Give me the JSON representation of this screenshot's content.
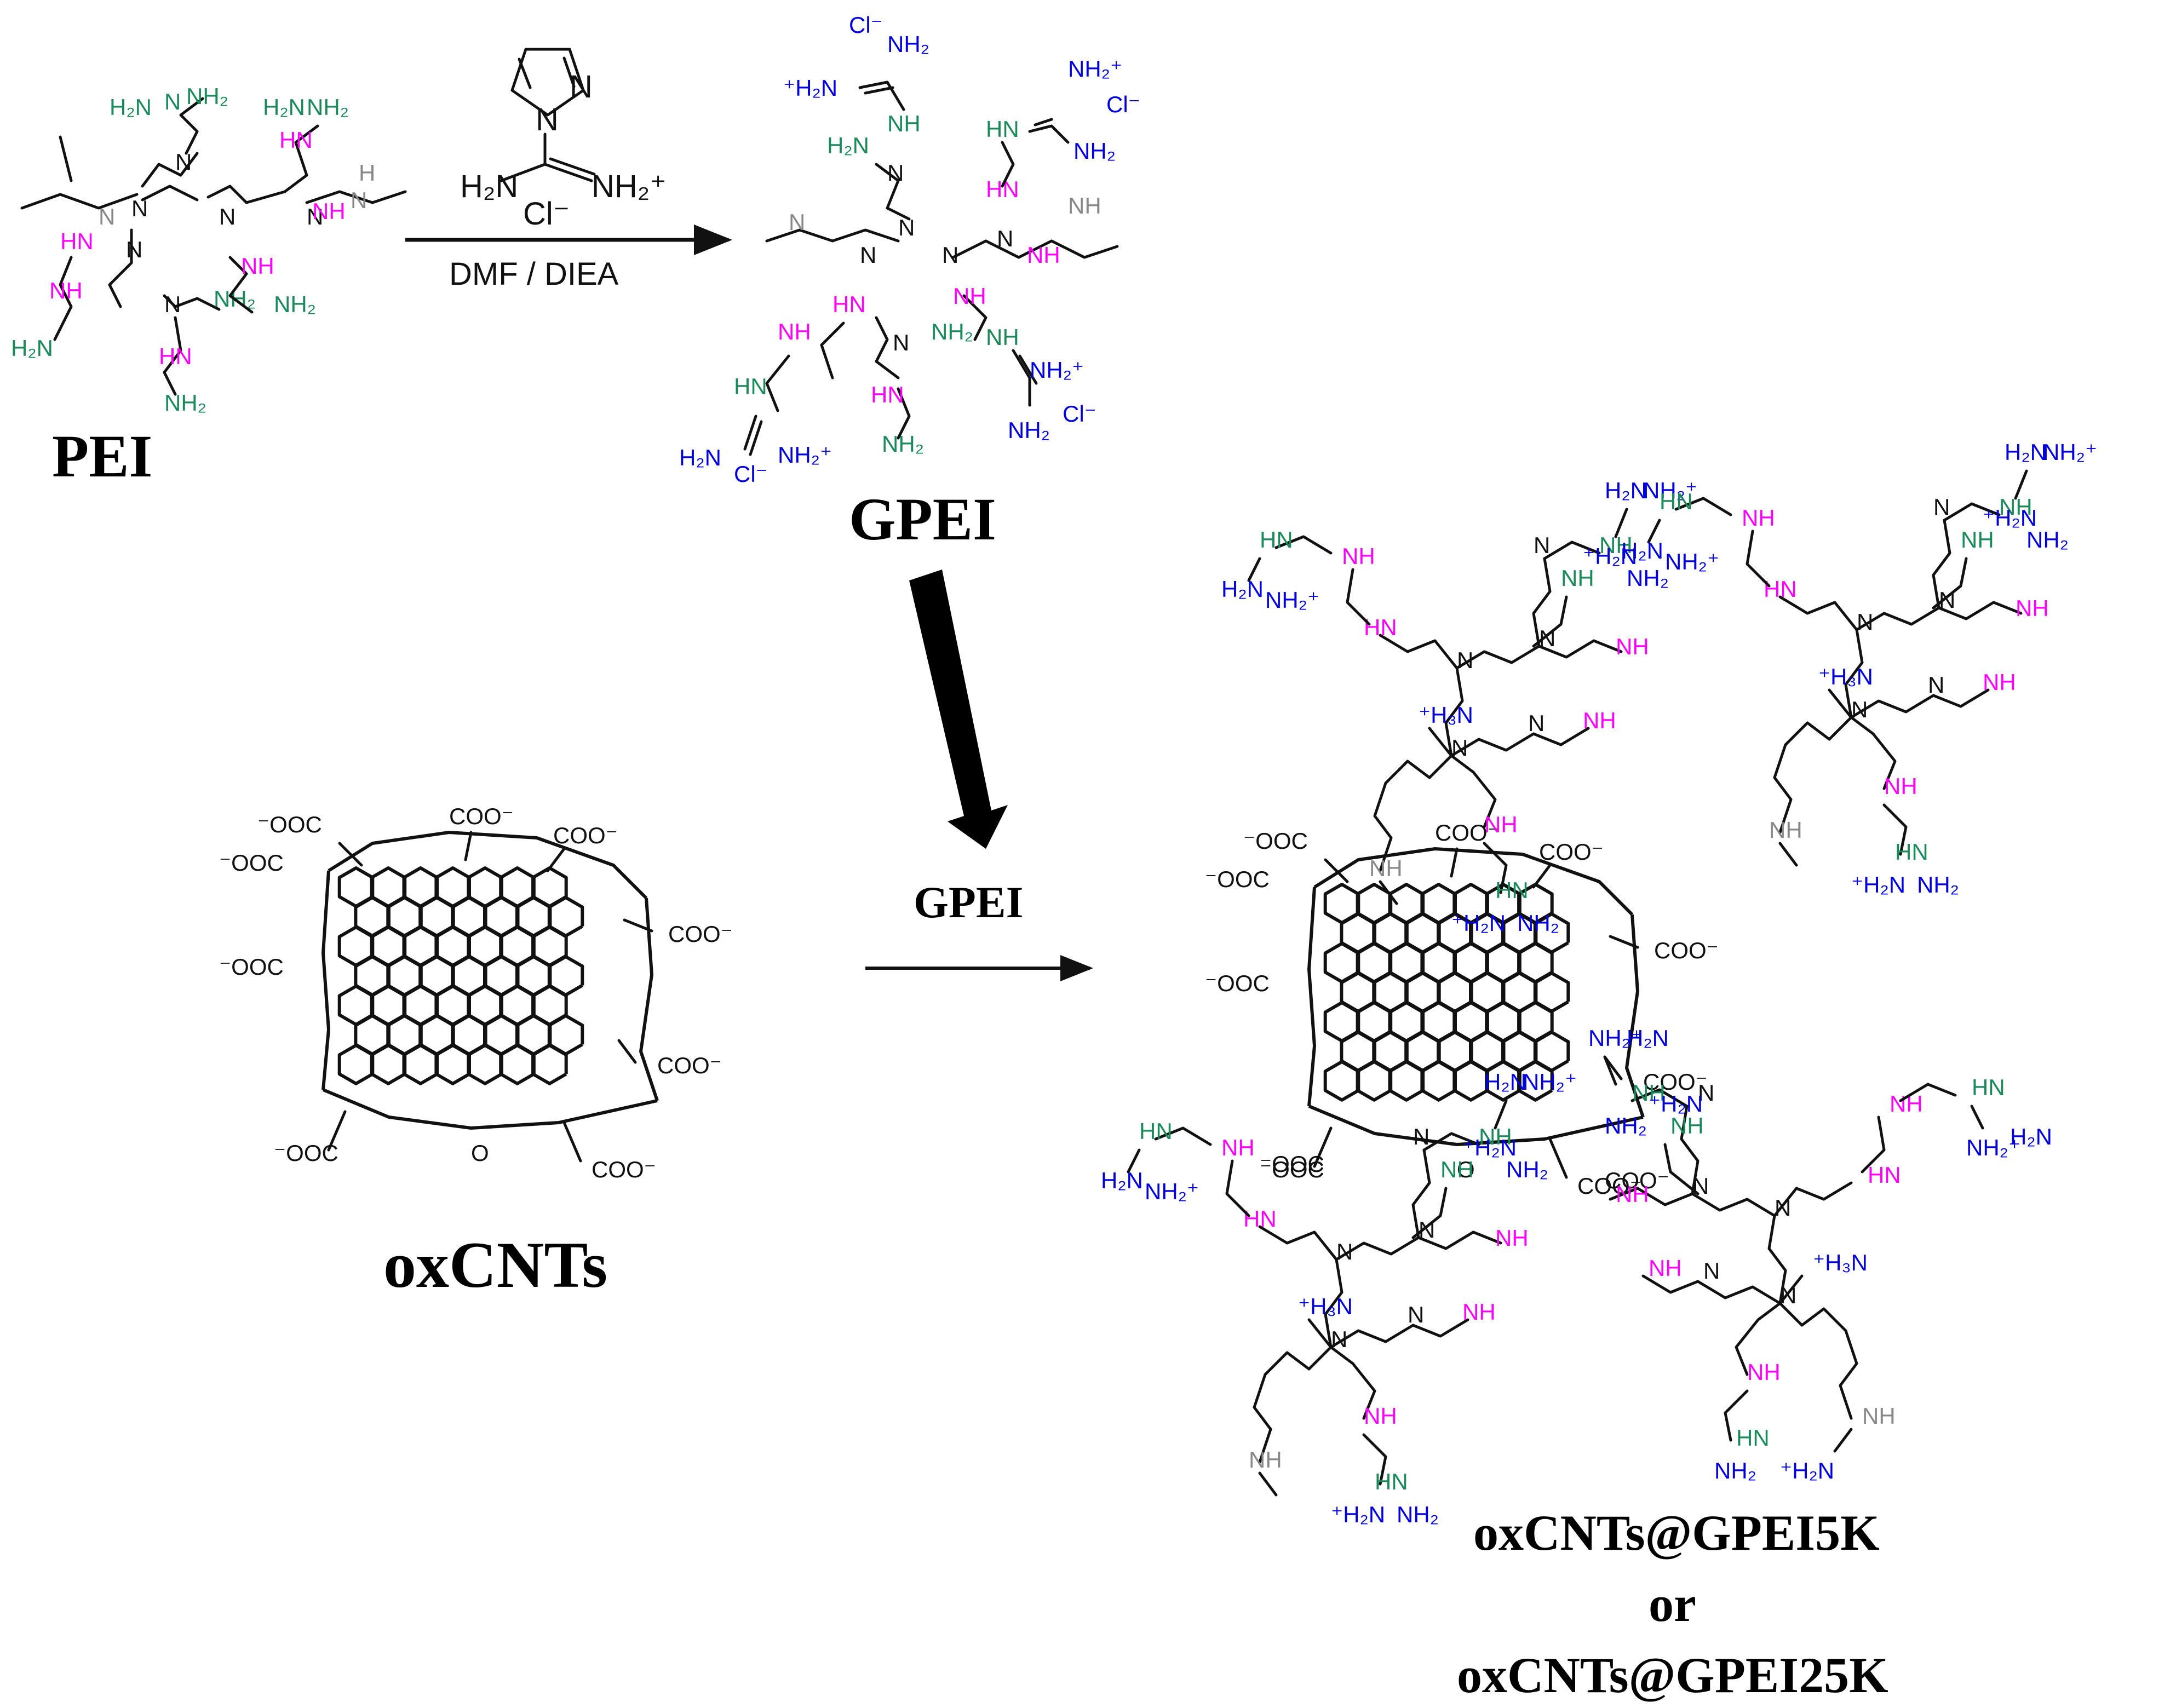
{
  "colors": {
    "primary_amine": "#1a8a5a",
    "secondary_amine": "#ff00ff",
    "guanidinium": "#0000dd",
    "terminal_methyl": "#888888",
    "bond": "#111111"
  },
  "reaction": {
    "reagent_line1": "H₂N",
    "reagent_line2": "NH₂⁺",
    "reagent_counterion": "Cl⁻",
    "conditions": "DMF / DIEA",
    "step2_label": "GPEI"
  },
  "atoms": {
    "N": "N",
    "NH": "NH",
    "HN": "HN",
    "NH2": "NH₂",
    "H2N": "H₂N",
    "NH2plus": "NH₂⁺",
    "plusH2N": "⁺H₂N",
    "plusH3N": "⁺H₃N",
    "Cl": "Cl⁻",
    "COO": "COO⁻",
    "OOC": "⁻OOC",
    "O": "O",
    "H": "H"
  },
  "labels": {
    "pei": "PEI",
    "gpei": "GPEI",
    "oxcnts": "oxCNTs",
    "product_line1": "oxCNTs@GPEI5K",
    "product_line2": "or",
    "product_line3": "oxCNTs@GPEI25K"
  }
}
